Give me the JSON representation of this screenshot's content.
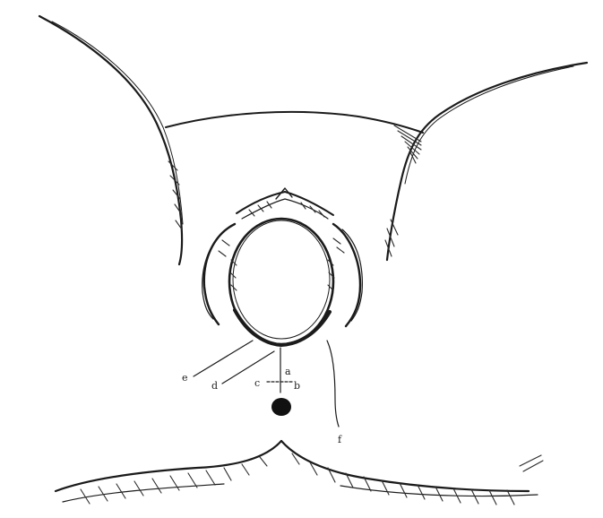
{
  "diagram": {
    "labels": {
      "a": "a",
      "b": "b",
      "c": "c",
      "d": "d",
      "e": "e",
      "f": "f"
    }
  }
}
